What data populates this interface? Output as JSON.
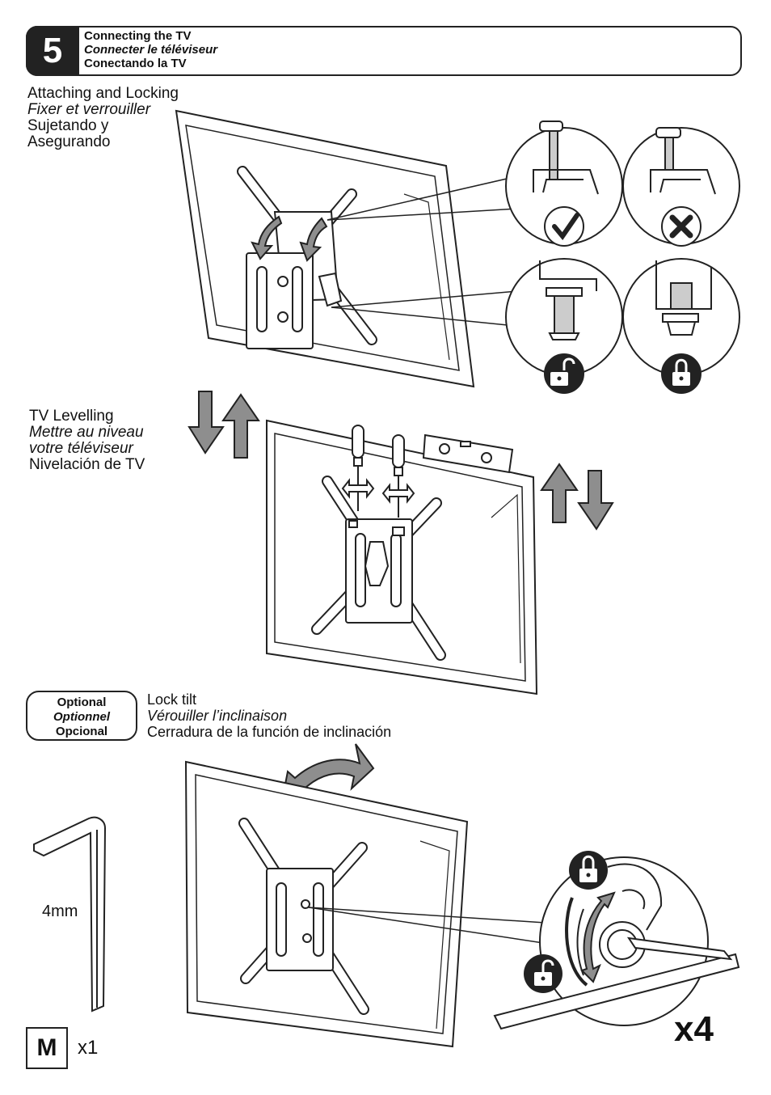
{
  "header": {
    "step_number": "5",
    "title_en": "Connecting the TV",
    "title_fr": "Connecter le téléviseur",
    "title_es": "Conectando la TV"
  },
  "section_attach": {
    "line1": "Attaching and Locking",
    "line2": "Fixer et verrouiller",
    "line3": "Sujetando y",
    "line4": "Asegurando"
  },
  "section_level": {
    "line1": "TV Levelling",
    "line2": "Mettre au niveau",
    "line3": "votre téléviseur",
    "line4": "Nivelación de TV"
  },
  "optional_badge": {
    "line1": "Optional",
    "line2": "Optionnel",
    "line3": "Opcional"
  },
  "section_tilt": {
    "line1": "Lock tilt",
    "line2": "Vérouiller l’inclinaison",
    "line3": "Cerradura de la función de inclinación"
  },
  "hardware": {
    "hex_key_size": "4mm",
    "part_letter": "M",
    "part_qty": "x1",
    "repeat_count": "x4"
  },
  "icons": [
    "checkmark-icon",
    "cross-icon",
    "unlock-icon",
    "lock-icon",
    "hex-key-icon",
    "spirit-level-icon",
    "screwdriver-icon"
  ],
  "colors": {
    "ink": "#222222",
    "arrow_fill": "#9a9a9a",
    "paper": "#ffffff"
  }
}
